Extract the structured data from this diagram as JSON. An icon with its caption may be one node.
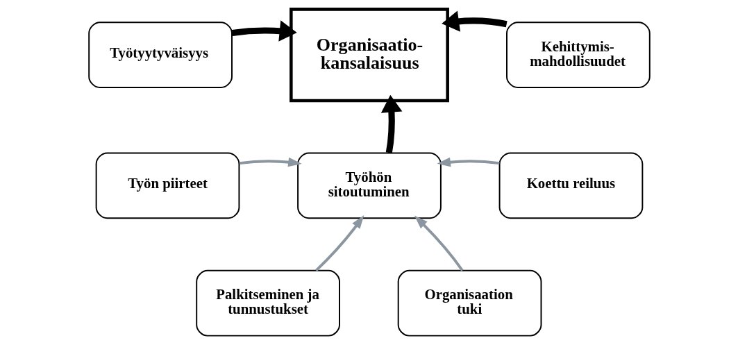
{
  "diagram": {
    "nodes": [
      {
        "text": [
          "Työtyytyväisyys"
        ]
      },
      {
        "text": [
          "Organisaatio- kansalaisuus"
        ]
      },
      {
        "text": [
          "Kehittymis- mahdollisuudet"
        ]
      },
      {
        "text": [
          "Työhön sitoutuminen"
        ]
      },
      {
        "text": [
          "Työn piirteet"
        ]
      },
      {
        "text": [
          "Koettu reiluus"
        ]
      },
      {
        "text": [
          "Palkitseminen ja tunnustukset"
        ]
      },
      {
        "text": [
          "Organisaation tuki"
        ]
      }
    ],
    "edges": [
      {
        "from": 0,
        "to": 1,
        "arrow": "to",
        "style": "thick",
        "color": "#000000"
      },
      {
        "from": 2,
        "to": 1,
        "arrow": "to",
        "style": "thick",
        "color": "#000000"
      },
      {
        "from": 3,
        "to": 1,
        "arrow": "to",
        "style": "thick",
        "color": "#000000"
      },
      {
        "from": 4,
        "to": 3,
        "arrow": "to"
      },
      {
        "from": 5,
        "to": 3,
        "arrow": "to"
      },
      {
        "from": 6,
        "to": 3,
        "arrow": "to"
      },
      {
        "from": 7,
        "to": 3,
        "arrow": "to"
      }
    ]
  }
}
